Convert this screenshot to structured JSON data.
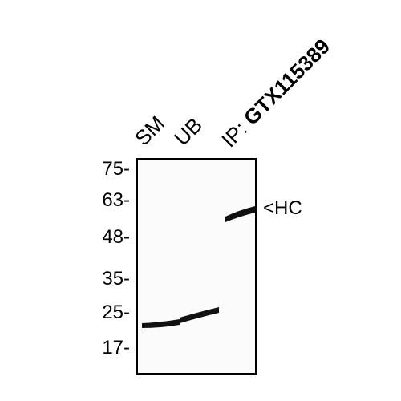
{
  "lanes": {
    "sm": "SM",
    "ub": "UB",
    "ip_prefix": "IP:",
    "ip_antibody": "GTX115389"
  },
  "markers": [
    "75-",
    "63-",
    "48-",
    "35-",
    "25-",
    "17-"
  ],
  "band_annotation": "<HC"
}
